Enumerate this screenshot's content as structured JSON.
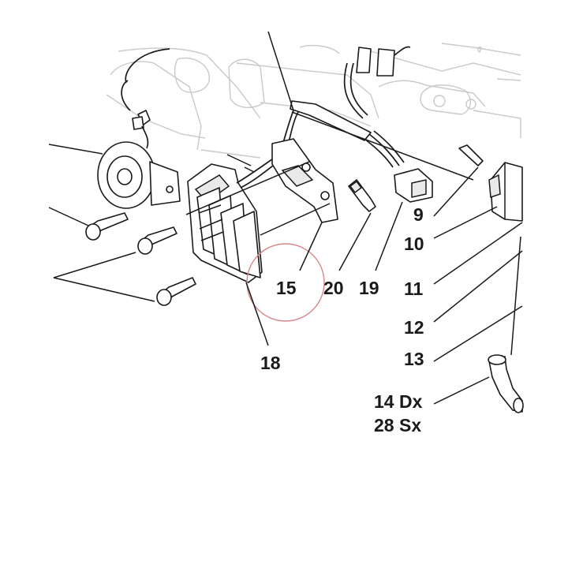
{
  "callouts": {
    "c9": "9",
    "c10": "10",
    "c11": "11",
    "c12": "12",
    "c13": "13",
    "c14": "14 Dx",
    "c28": "28 Sx",
    "c15": "15",
    "c18": "18",
    "c19": "19",
    "c20": "20"
  },
  "colors": {
    "highlight_circle": "#d9868a",
    "line": "#1a1a1a",
    "ghost_line": "#c9c9c9"
  }
}
